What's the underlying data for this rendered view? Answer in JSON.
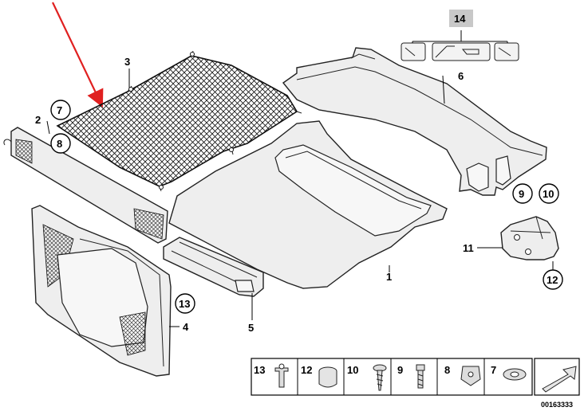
{
  "callouts": {
    "c1": "1",
    "c2": "2",
    "c3": "3",
    "c4": "4",
    "c5": "5",
    "c6": "6",
    "c7": "7",
    "c8": "8",
    "c9": "9",
    "c10": "10",
    "c11": "11",
    "c12": "12",
    "c13": "13",
    "c14": "14"
  },
  "legend": {
    "items": [
      {
        "num": "13",
        "icon": "push-rivet-icon"
      },
      {
        "num": "12",
        "icon": "plug-cap-icon"
      },
      {
        "num": "10",
        "icon": "screw-icon"
      },
      {
        "num": "9",
        "icon": "bolt-icon"
      },
      {
        "num": "8",
        "icon": "clip-nut-icon"
      },
      {
        "num": "7",
        "icon": "spring-clip-icon"
      }
    ],
    "nav_icon": "next-page-arrow-icon"
  },
  "reference_number": "00163333",
  "colors": {
    "annotation_arrow": "#e02020",
    "badge_fill": "#c8c8c8"
  }
}
